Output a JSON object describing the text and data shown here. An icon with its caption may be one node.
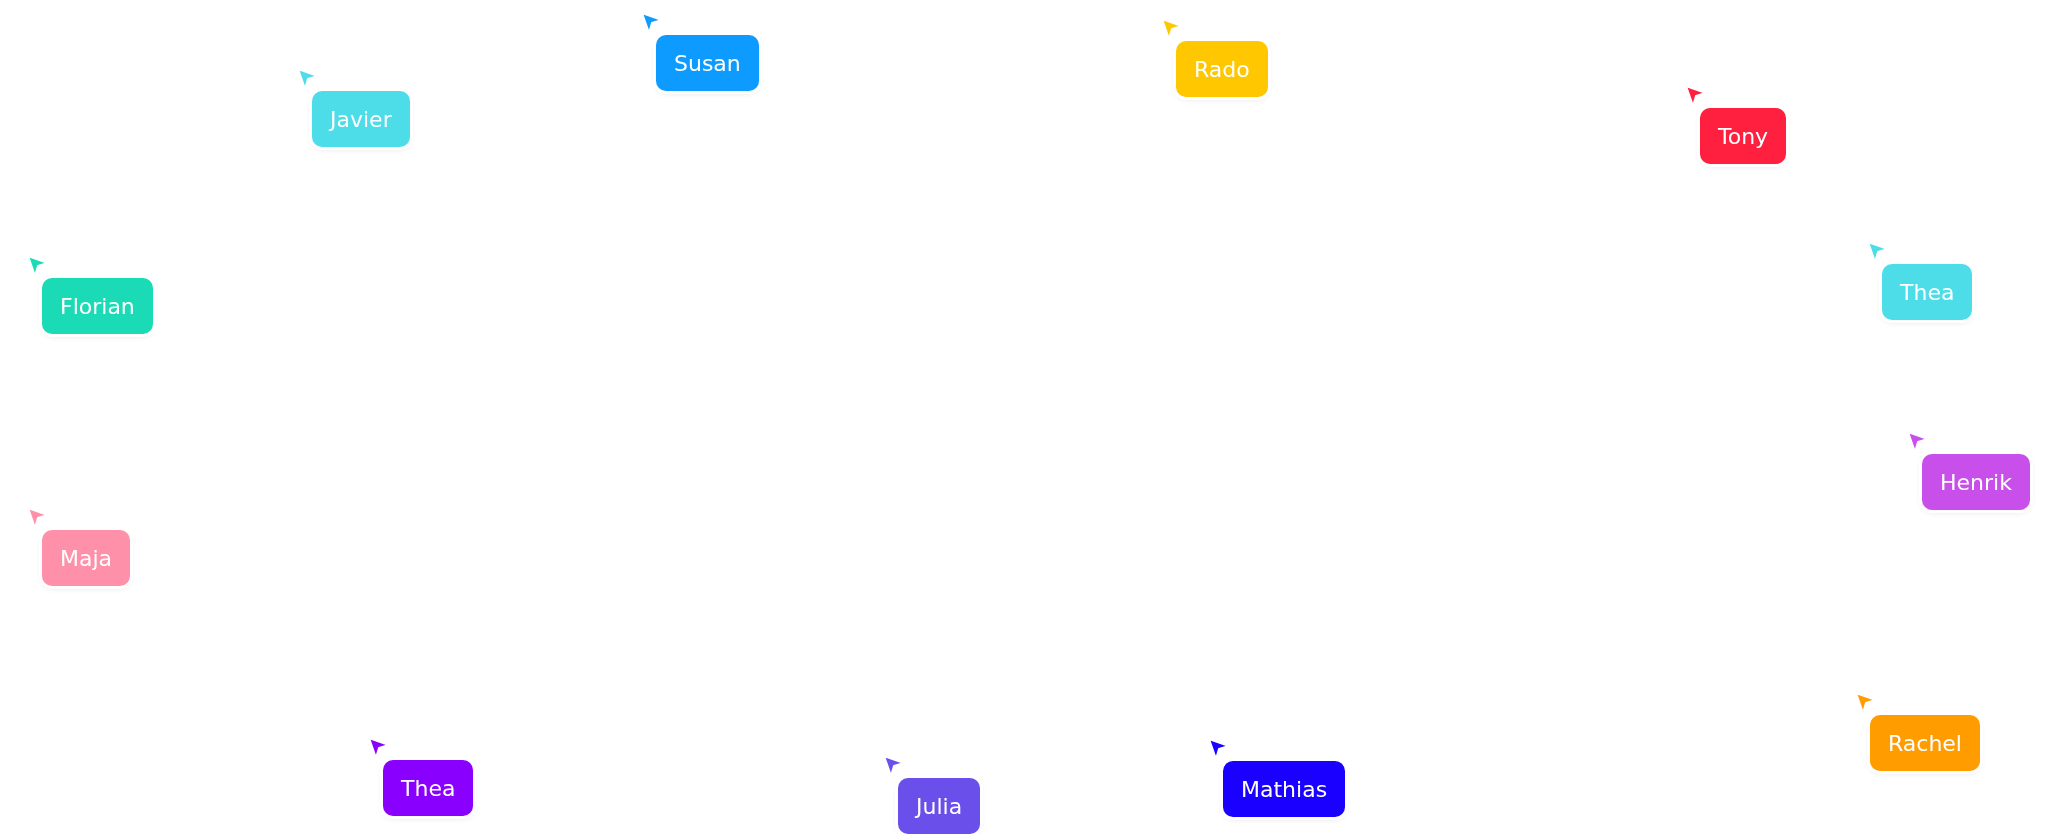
{
  "diagram": {
    "nodes": [
      {
        "text": [
          "Susan"
        ]
      },
      {
        "text": [
          "Rado"
        ]
      },
      {
        "text": [
          "Javier"
        ]
      },
      {
        "text": [
          "Tony"
        ]
      },
      {
        "text": [
          "Thea"
        ]
      },
      {
        "text": [
          "Florian"
        ]
      },
      {
        "text": [
          "Henrik"
        ]
      },
      {
        "text": [
          "Maja"
        ]
      },
      {
        "text": [
          "Rachel"
        ]
      },
      {
        "text": [
          "Thea"
        ]
      },
      {
        "text": [
          "Mathias"
        ]
      },
      {
        "text": [
          "Julia"
        ]
      }
    ]
  }
}
